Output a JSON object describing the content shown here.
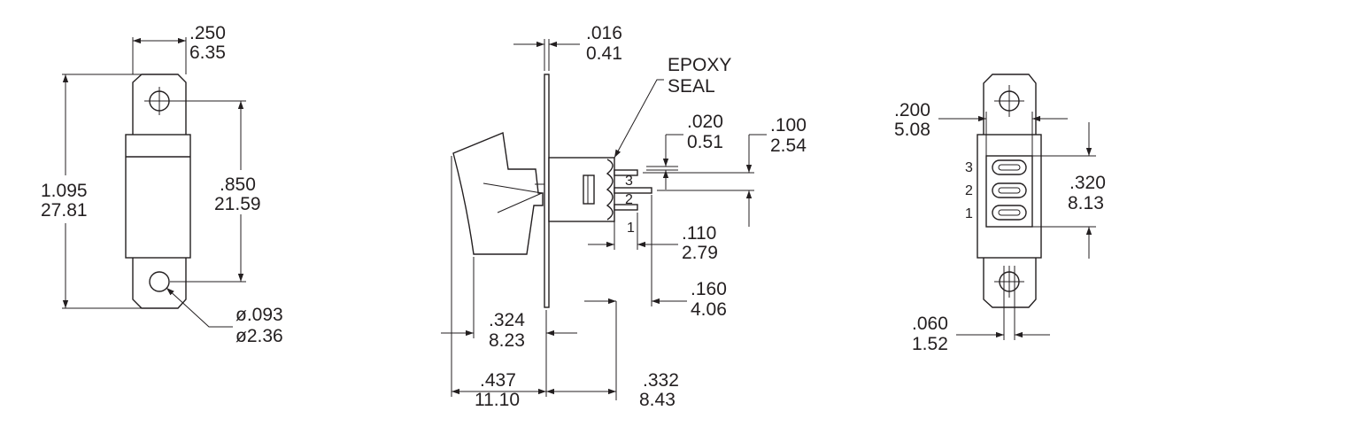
{
  "front_view": {
    "width_in": ".250",
    "width_mm": "6.35",
    "length_in": "1.095",
    "length_mm": "27.81",
    "hole_spacing_in": ".850",
    "hole_spacing_mm": "21.59",
    "hole_dia_in": "ø.093",
    "hole_dia_mm": "ø2.36"
  },
  "side_view": {
    "plate_thk_in": ".016",
    "plate_thk_mm": "0.41",
    "epoxy_line1": "EPOXY",
    "epoxy_line2": "SEAL",
    "term_thk_in": ".020",
    "term_thk_mm": "0.51",
    "term_pitch_in": ".100",
    "term_pitch_mm": "2.54",
    "term_len_in": ".110",
    "term_len_mm": "2.79",
    "body_depth_in": ".160",
    "body_depth_mm": "4.06",
    "actuator_in": ".324",
    "actuator_mm": "8.23",
    "overall_front_in": ".437",
    "overall_front_mm": "11.10",
    "overall_back_in": ".332",
    "overall_back_mm": "8.43",
    "pins": [
      "3",
      "2",
      "1"
    ]
  },
  "rear_view": {
    "body_width_in": ".200",
    "body_width_mm": "5.08",
    "pin_span_in": ".320",
    "pin_span_mm": "8.13",
    "term_width_in": ".060",
    "term_width_mm": "1.52",
    "pins": [
      "3",
      "2",
      "1"
    ]
  }
}
